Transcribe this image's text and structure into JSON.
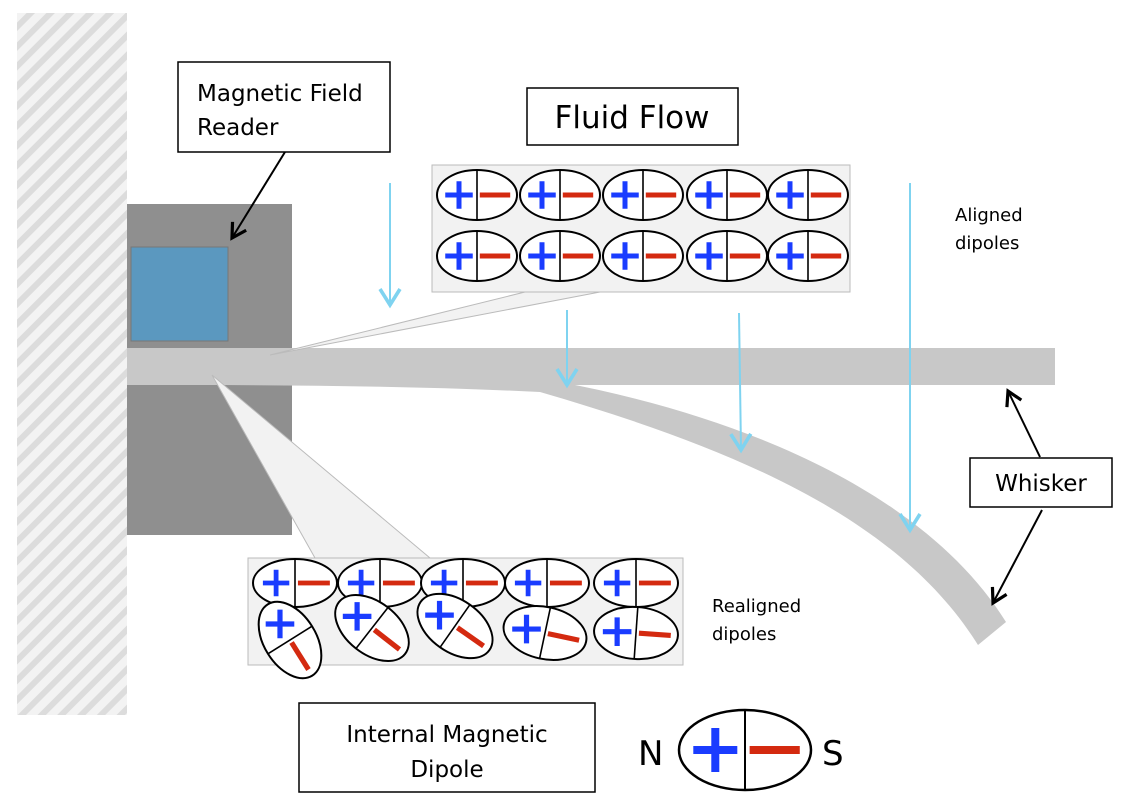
{
  "labels": {
    "reader": [
      "Magnetic Field",
      "Reader"
    ],
    "fluid_flow": "Fluid Flow",
    "aligned": [
      "Aligned",
      "dipoles"
    ],
    "realigned": [
      "Realigned",
      "dipoles"
    ],
    "whisker": "Whisker",
    "internal": [
      "Internal Magnetic",
      "Dipole"
    ],
    "north": "N",
    "south": "S"
  },
  "colors": {
    "plus": "#1a3cff",
    "minus": "#d42a10",
    "flow_arrow": "#7fd3f0",
    "whisker": "#c8c8c8",
    "housing": "#8f8f8f",
    "sensor": "#5b98bf"
  }
}
